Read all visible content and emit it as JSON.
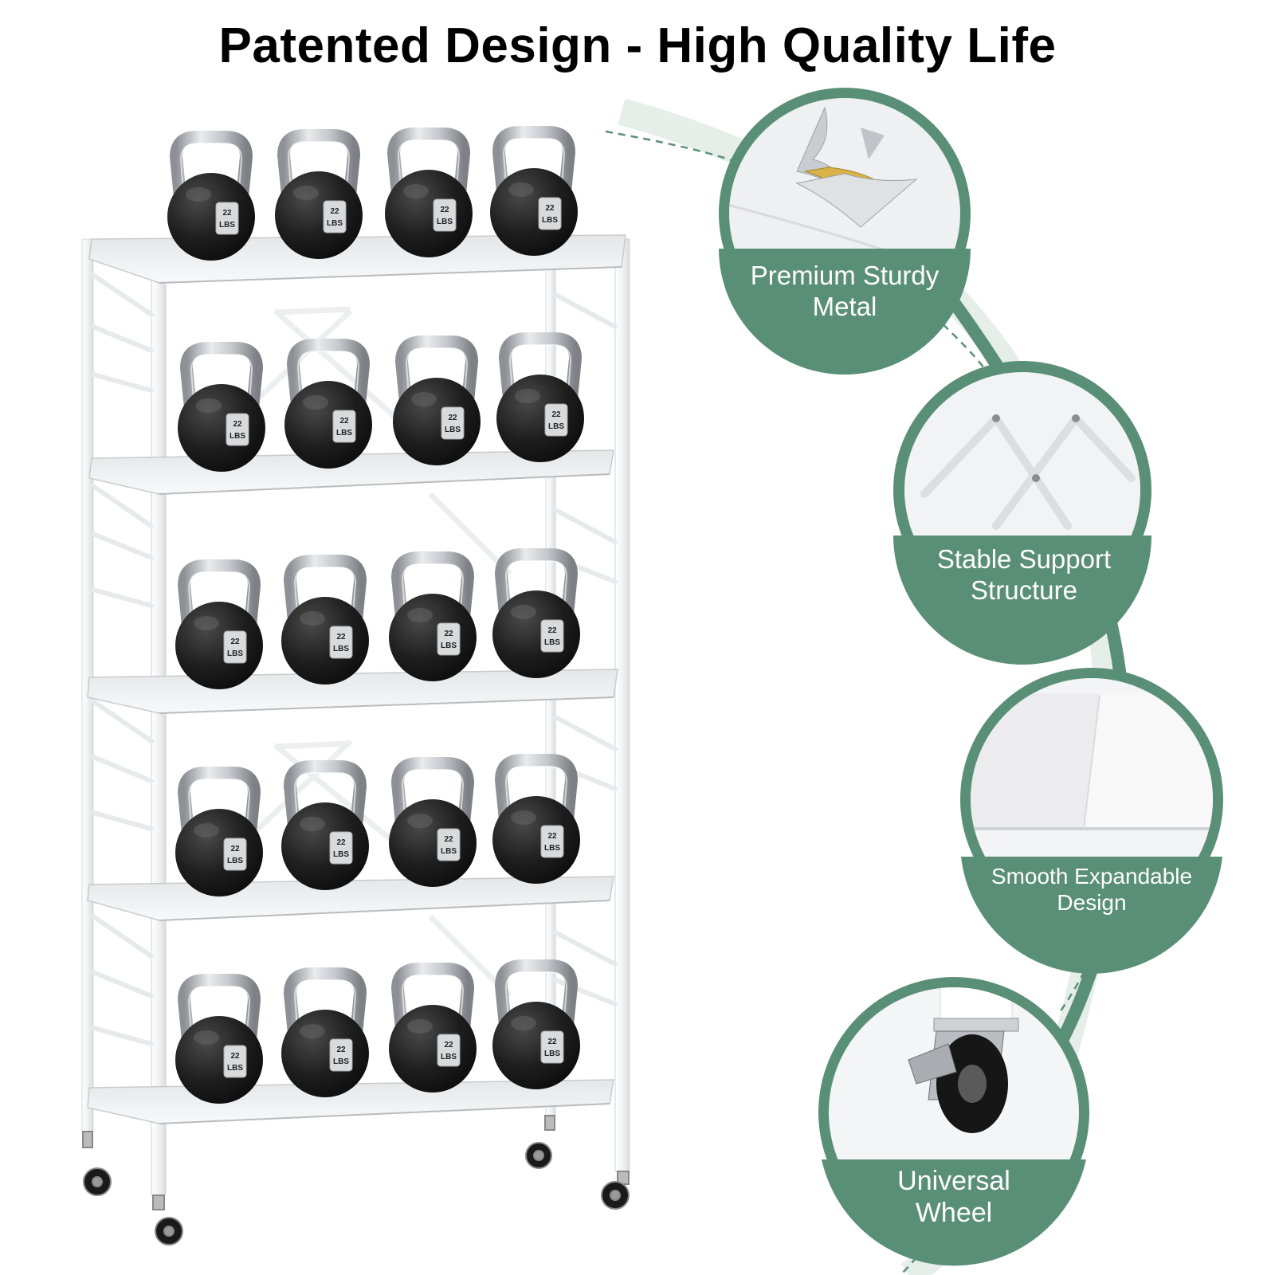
{
  "title": "Patented Design - High Quality Life",
  "kettlebell_label": {
    "weight": "22",
    "unit": "LBS"
  },
  "colors": {
    "accent": "#5a8f77",
    "rack": "#f2f3f4",
    "kettlebell_body": "#1f1f1f",
    "handle": "#b9bcc0"
  },
  "product": {
    "shelves": 5,
    "kettlebells_per_shelf": 4
  },
  "features": [
    {
      "id": "metal",
      "line1": "Premium Sturdy",
      "line2": "Metal",
      "icon": "metal-layers-icon"
    },
    {
      "id": "support",
      "line1": "Stable Support",
      "line2": "Structure",
      "icon": "cross-brace-icon"
    },
    {
      "id": "expand",
      "line1": "Smooth Expandable",
      "line2": "Design",
      "icon": "shelf-panel-icon"
    },
    {
      "id": "wheel",
      "line1": "Universal",
      "line2": "Wheel",
      "icon": "caster-wheel-icon"
    }
  ]
}
